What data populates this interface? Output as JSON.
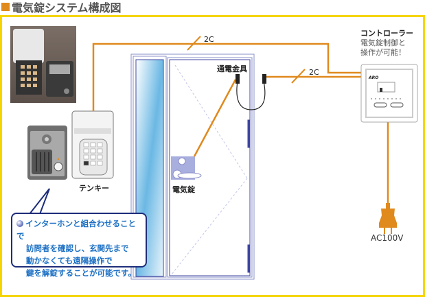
{
  "title": "電気錠システム構成図",
  "wires": {
    "label_top": "2C",
    "label_mid": "2C"
  },
  "labels": {
    "keypad": "テンキー",
    "electric_lock": "電気錠",
    "strike": "通電金具",
    "power": "AC100V"
  },
  "controller": {
    "title": "コントローラー",
    "desc_line1": "電気錠制御と",
    "desc_line2": "操作が可能！"
  },
  "callout": {
    "lines": [
      "インターホンと組合わせることで",
      "訪問者を確認し、玄関先まで",
      "動かなくても遠隔操作で",
      "鍵を解錠することが可能です。"
    ]
  },
  "colors": {
    "wire": "#e0891d",
    "frame": "#f5d400",
    "door": "#3c44a0",
    "callout_text": "#1c70c4"
  }
}
